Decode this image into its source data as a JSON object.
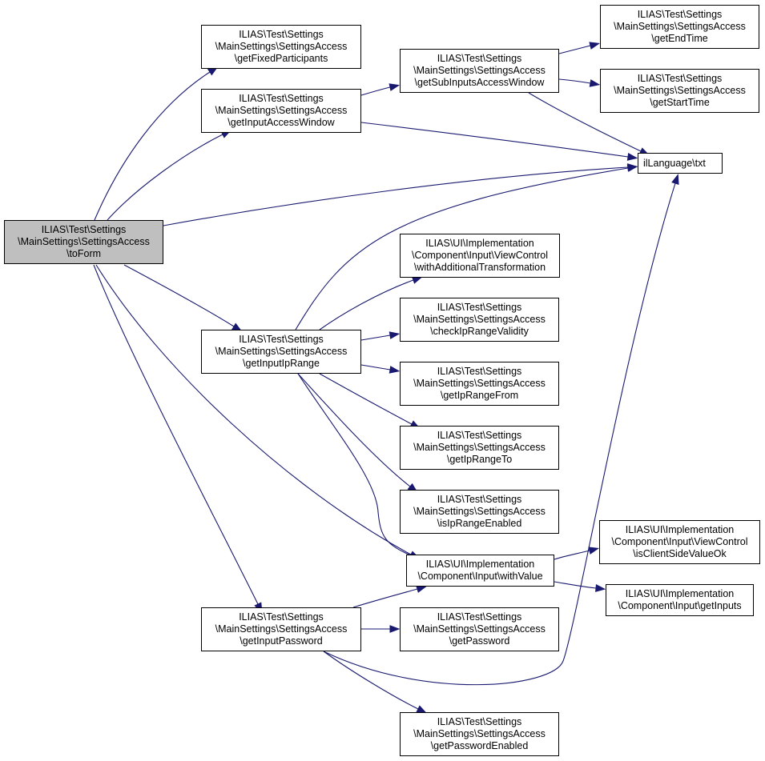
{
  "colors": {
    "edge": "#191970",
    "root_fill": "#bfbfbf",
    "node_fill": "#ffffff",
    "border": "#000000"
  },
  "nodes": {
    "toForm": {
      "lines": [
        "ILIAS\\Test\\Settings",
        "\\MainSettings\\SettingsAccess",
        "\\toForm"
      ]
    },
    "getFixedParticipants": {
      "lines": [
        "ILIAS\\Test\\Settings",
        "\\MainSettings\\SettingsAccess",
        "\\getFixedParticipants"
      ]
    },
    "getInputAccessWindow": {
      "lines": [
        "ILIAS\\Test\\Settings",
        "\\MainSettings\\SettingsAccess",
        "\\getInputAccessWindow"
      ]
    },
    "getSubInputsAccessWindow": {
      "lines": [
        "ILIAS\\Test\\Settings",
        "\\MainSettings\\SettingsAccess",
        "\\getSubInputsAccessWindow"
      ]
    },
    "getEndTime": {
      "lines": [
        "ILIAS\\Test\\Settings",
        "\\MainSettings\\SettingsAccess",
        "\\getEndTime"
      ]
    },
    "getStartTime": {
      "lines": [
        "ILIAS\\Test\\Settings",
        "\\MainSettings\\SettingsAccess",
        "\\getStartTime"
      ]
    },
    "ilLanguageTxt": {
      "lines": [
        "ilLanguage\\txt"
      ]
    },
    "withAdditionalTransformation": {
      "lines": [
        "ILIAS\\UI\\Implementation",
        "\\Component\\Input\\ViewControl",
        "\\withAdditionalTransformation"
      ]
    },
    "getInputIpRange": {
      "lines": [
        "ILIAS\\Test\\Settings",
        "\\MainSettings\\SettingsAccess",
        "\\getInputIpRange"
      ]
    },
    "checkIpRangeValidity": {
      "lines": [
        "ILIAS\\Test\\Settings",
        "\\MainSettings\\SettingsAccess",
        "\\checkIpRangeValidity"
      ]
    },
    "getIpRangeFrom": {
      "lines": [
        "ILIAS\\Test\\Settings",
        "\\MainSettings\\SettingsAccess",
        "\\getIpRangeFrom"
      ]
    },
    "getIpRangeTo": {
      "lines": [
        "ILIAS\\Test\\Settings",
        "\\MainSettings\\SettingsAccess",
        "\\getIpRangeTo"
      ]
    },
    "isIpRangeEnabled": {
      "lines": [
        "ILIAS\\Test\\Settings",
        "\\MainSettings\\SettingsAccess",
        "\\isIpRangeEnabled"
      ]
    },
    "isClientSideValueOk": {
      "lines": [
        "ILIAS\\UI\\Implementation",
        "\\Component\\Input\\ViewControl",
        "\\isClientSideValueOk"
      ]
    },
    "withValue": {
      "lines": [
        "ILIAS\\UI\\Implementation",
        "\\Component\\Input\\withValue"
      ]
    },
    "getInputs": {
      "lines": [
        "ILIAS\\UI\\Implementation",
        "\\Component\\Input\\getInputs"
      ]
    },
    "getInputPassword": {
      "lines": [
        "ILIAS\\Test\\Settings",
        "\\MainSettings\\SettingsAccess",
        "\\getInputPassword"
      ]
    },
    "getPassword": {
      "lines": [
        "ILIAS\\Test\\Settings",
        "\\MainSettings\\SettingsAccess",
        "\\getPassword"
      ]
    },
    "getPasswordEnabled": {
      "lines": [
        "ILIAS\\Test\\Settings",
        "\\MainSettings\\SettingsAccess",
        "\\getPasswordEnabled"
      ]
    }
  },
  "edges": [
    {
      "from": "toForm",
      "to": "getFixedParticipants"
    },
    {
      "from": "toForm",
      "to": "getInputAccessWindow"
    },
    {
      "from": "toForm",
      "to": "ilLanguageTxt"
    },
    {
      "from": "toForm",
      "to": "getInputIpRange"
    },
    {
      "from": "toForm",
      "to": "withValue"
    },
    {
      "from": "toForm",
      "to": "getInputPassword"
    },
    {
      "from": "getInputAccessWindow",
      "to": "getSubInputsAccessWindow"
    },
    {
      "from": "getInputAccessWindow",
      "to": "ilLanguageTxt"
    },
    {
      "from": "getSubInputsAccessWindow",
      "to": "getEndTime"
    },
    {
      "from": "getSubInputsAccessWindow",
      "to": "getStartTime"
    },
    {
      "from": "getSubInputsAccessWindow",
      "to": "ilLanguageTxt"
    },
    {
      "from": "getInputIpRange",
      "to": "ilLanguageTxt"
    },
    {
      "from": "getInputIpRange",
      "to": "withAdditionalTransformation"
    },
    {
      "from": "getInputIpRange",
      "to": "checkIpRangeValidity"
    },
    {
      "from": "getInputIpRange",
      "to": "getIpRangeFrom"
    },
    {
      "from": "getInputIpRange",
      "to": "getIpRangeTo"
    },
    {
      "from": "getInputIpRange",
      "to": "isIpRangeEnabled"
    },
    {
      "from": "getInputIpRange",
      "to": "withValue"
    },
    {
      "from": "withValue",
      "to": "isClientSideValueOk"
    },
    {
      "from": "withValue",
      "to": "getInputs"
    },
    {
      "from": "getInputPassword",
      "to": "withValue"
    },
    {
      "from": "getInputPassword",
      "to": "getPassword"
    },
    {
      "from": "getInputPassword",
      "to": "ilLanguageTxt"
    },
    {
      "from": "getInputPassword",
      "to": "getPasswordEnabled"
    }
  ]
}
